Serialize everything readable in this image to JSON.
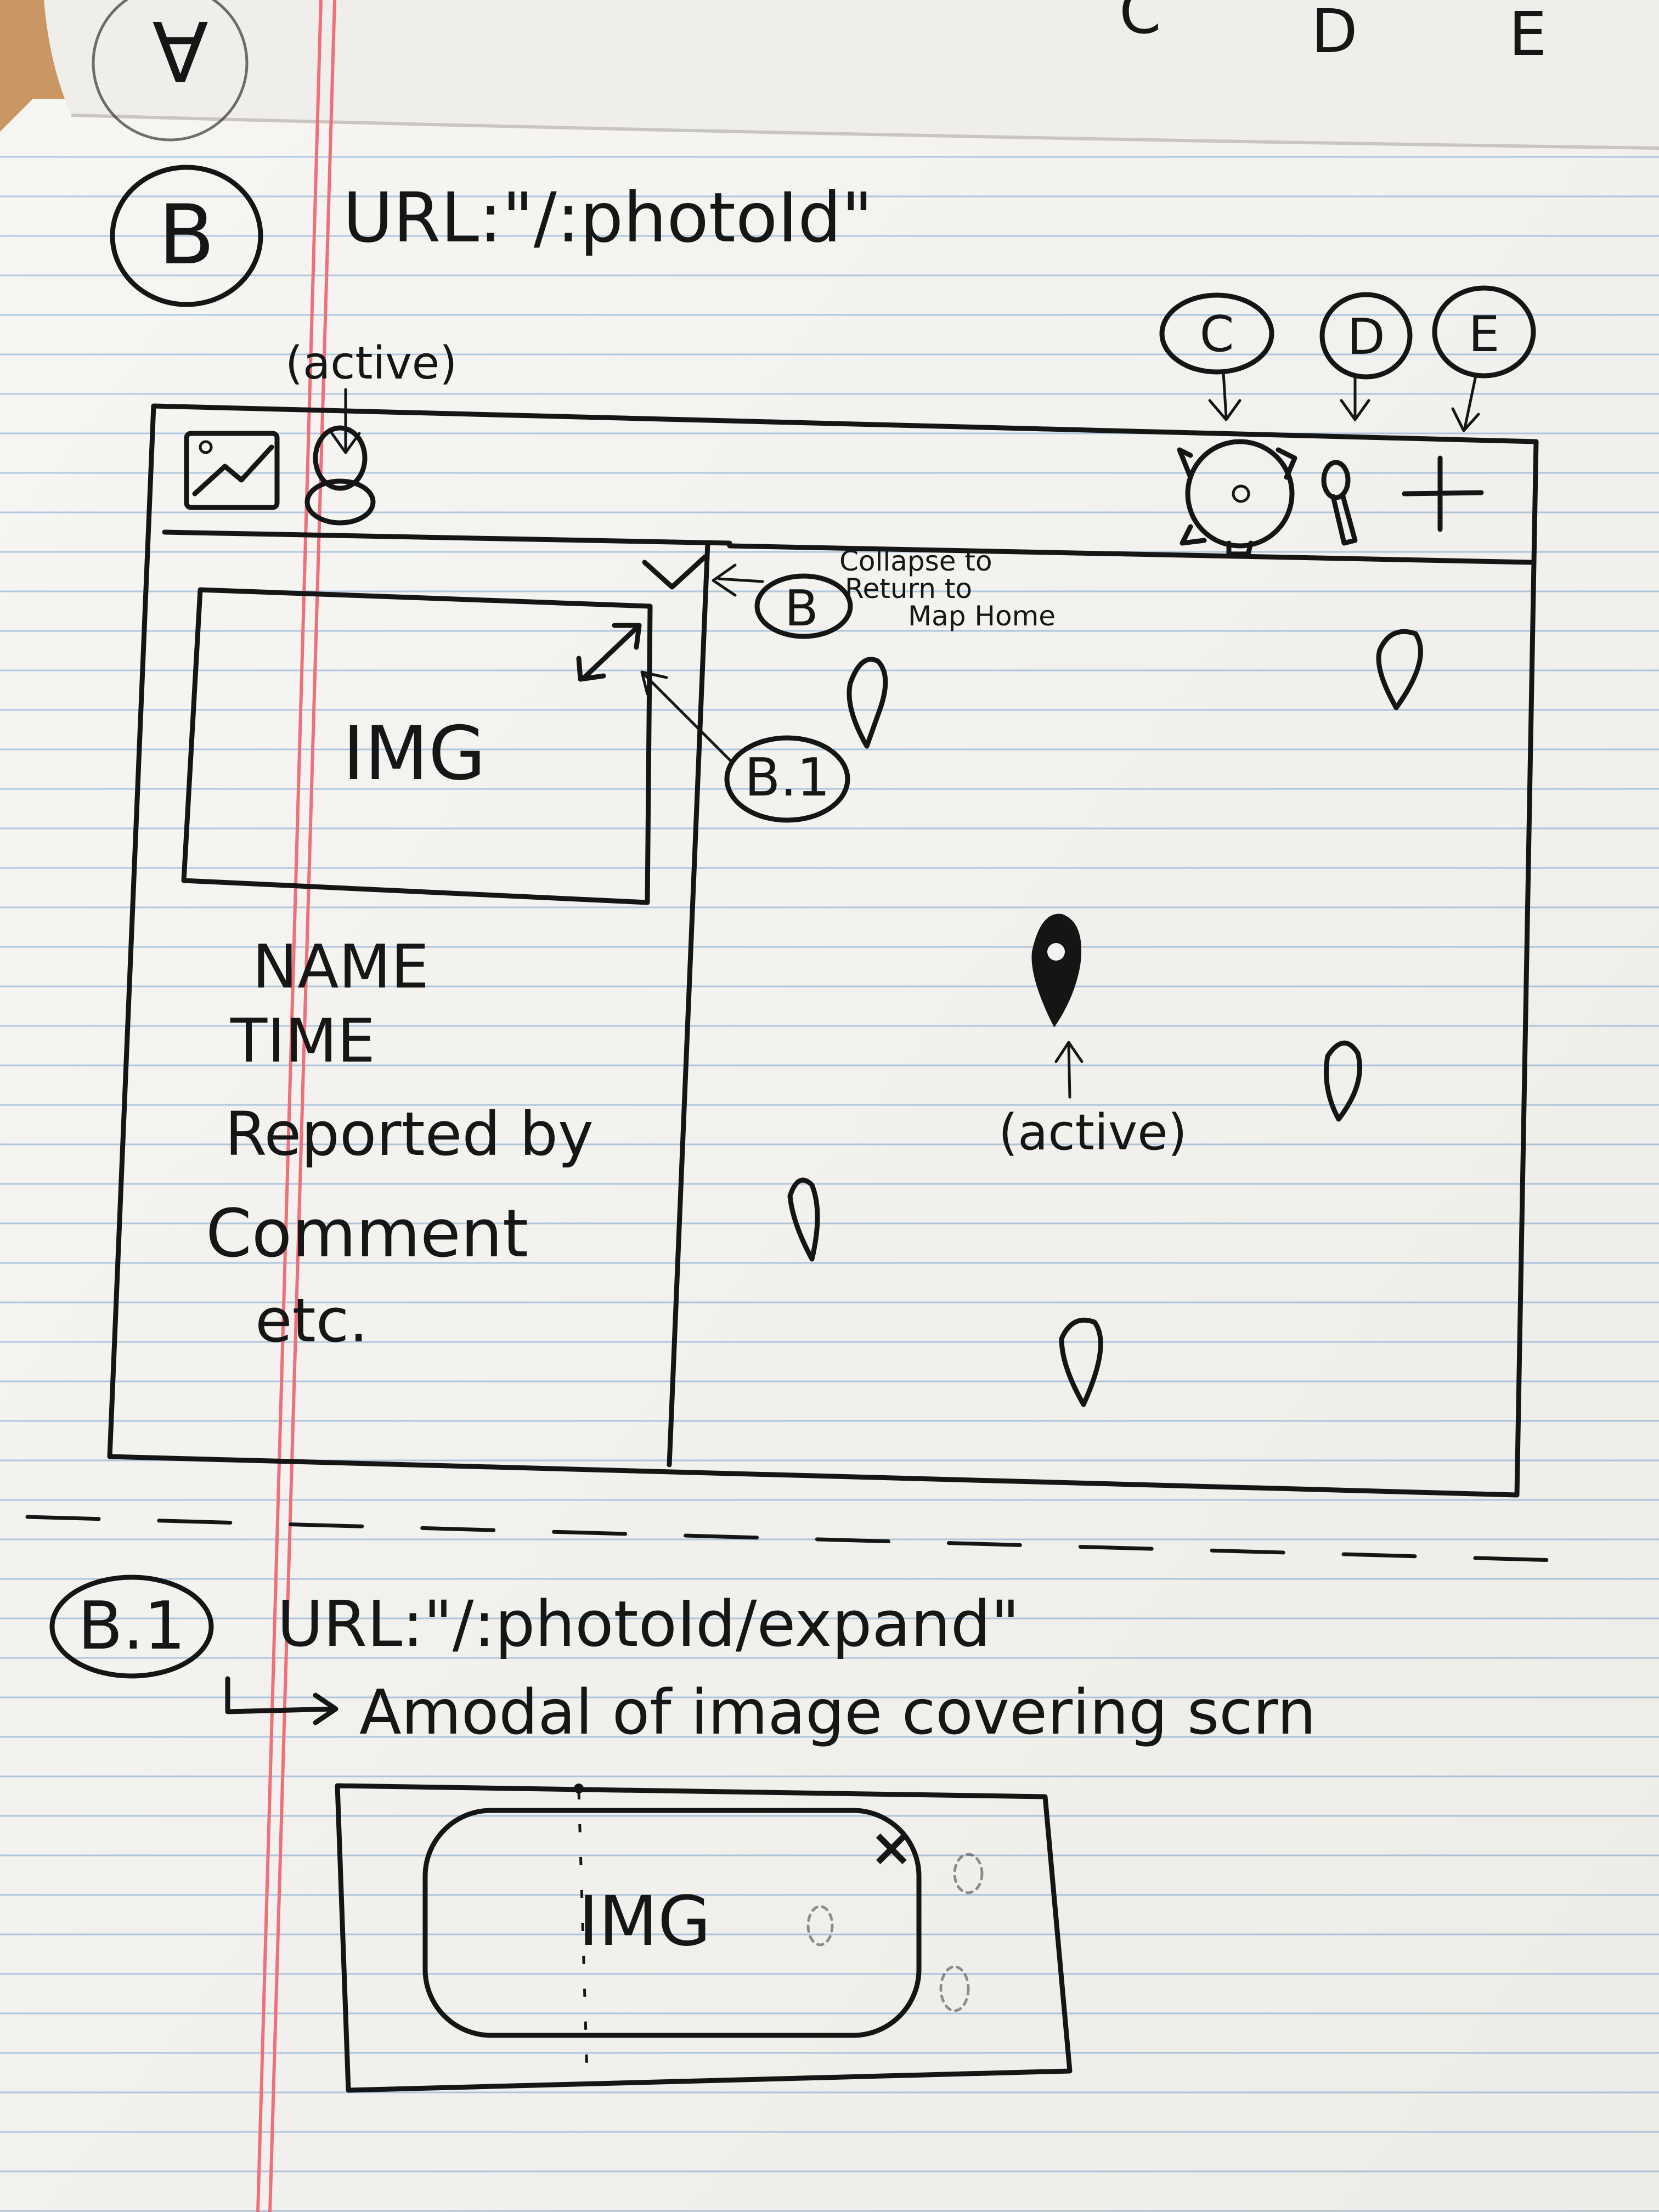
{
  "top_sheet": {
    "marks": [
      "A",
      "C",
      "D",
      "E"
    ]
  },
  "screen_b": {
    "id": "B",
    "url_label": "URL:\"/:photoId\"",
    "callouts": {
      "active_marker_top": "(active)",
      "settings": "C",
      "search": "D",
      "add": "E",
      "collapse_ref": "B",
      "collapse_note_line1": "Collapse to",
      "collapse_note_line2": "Return to",
      "collapse_note_line3": "Map Home",
      "expand_ref": "B.1",
      "active_pin": "(active)"
    },
    "panel": {
      "image_placeholder": "IMG",
      "details": [
        "NAME",
        "TIME",
        "Reported by",
        "Comment",
        "etc."
      ]
    }
  },
  "screen_b1": {
    "id": "B.1",
    "url_label": "URL:\"/:photoId/expand\"",
    "description": "Amodal of image covering scrn",
    "modal_image_placeholder": "IMG",
    "close_glyph": "×"
  },
  "colors": {
    "paper": "#f4f3ef",
    "rule_line": "#8fb2d8",
    "margin_line": "#ef6f7a",
    "ink": "#151515",
    "desk": "#b8732f"
  },
  "icons": [
    "image-icon",
    "user-icon",
    "gear-icon",
    "search-icon",
    "plus-icon",
    "chevron-down-icon",
    "expand-icon",
    "map-pin-icon",
    "close-icon"
  ]
}
